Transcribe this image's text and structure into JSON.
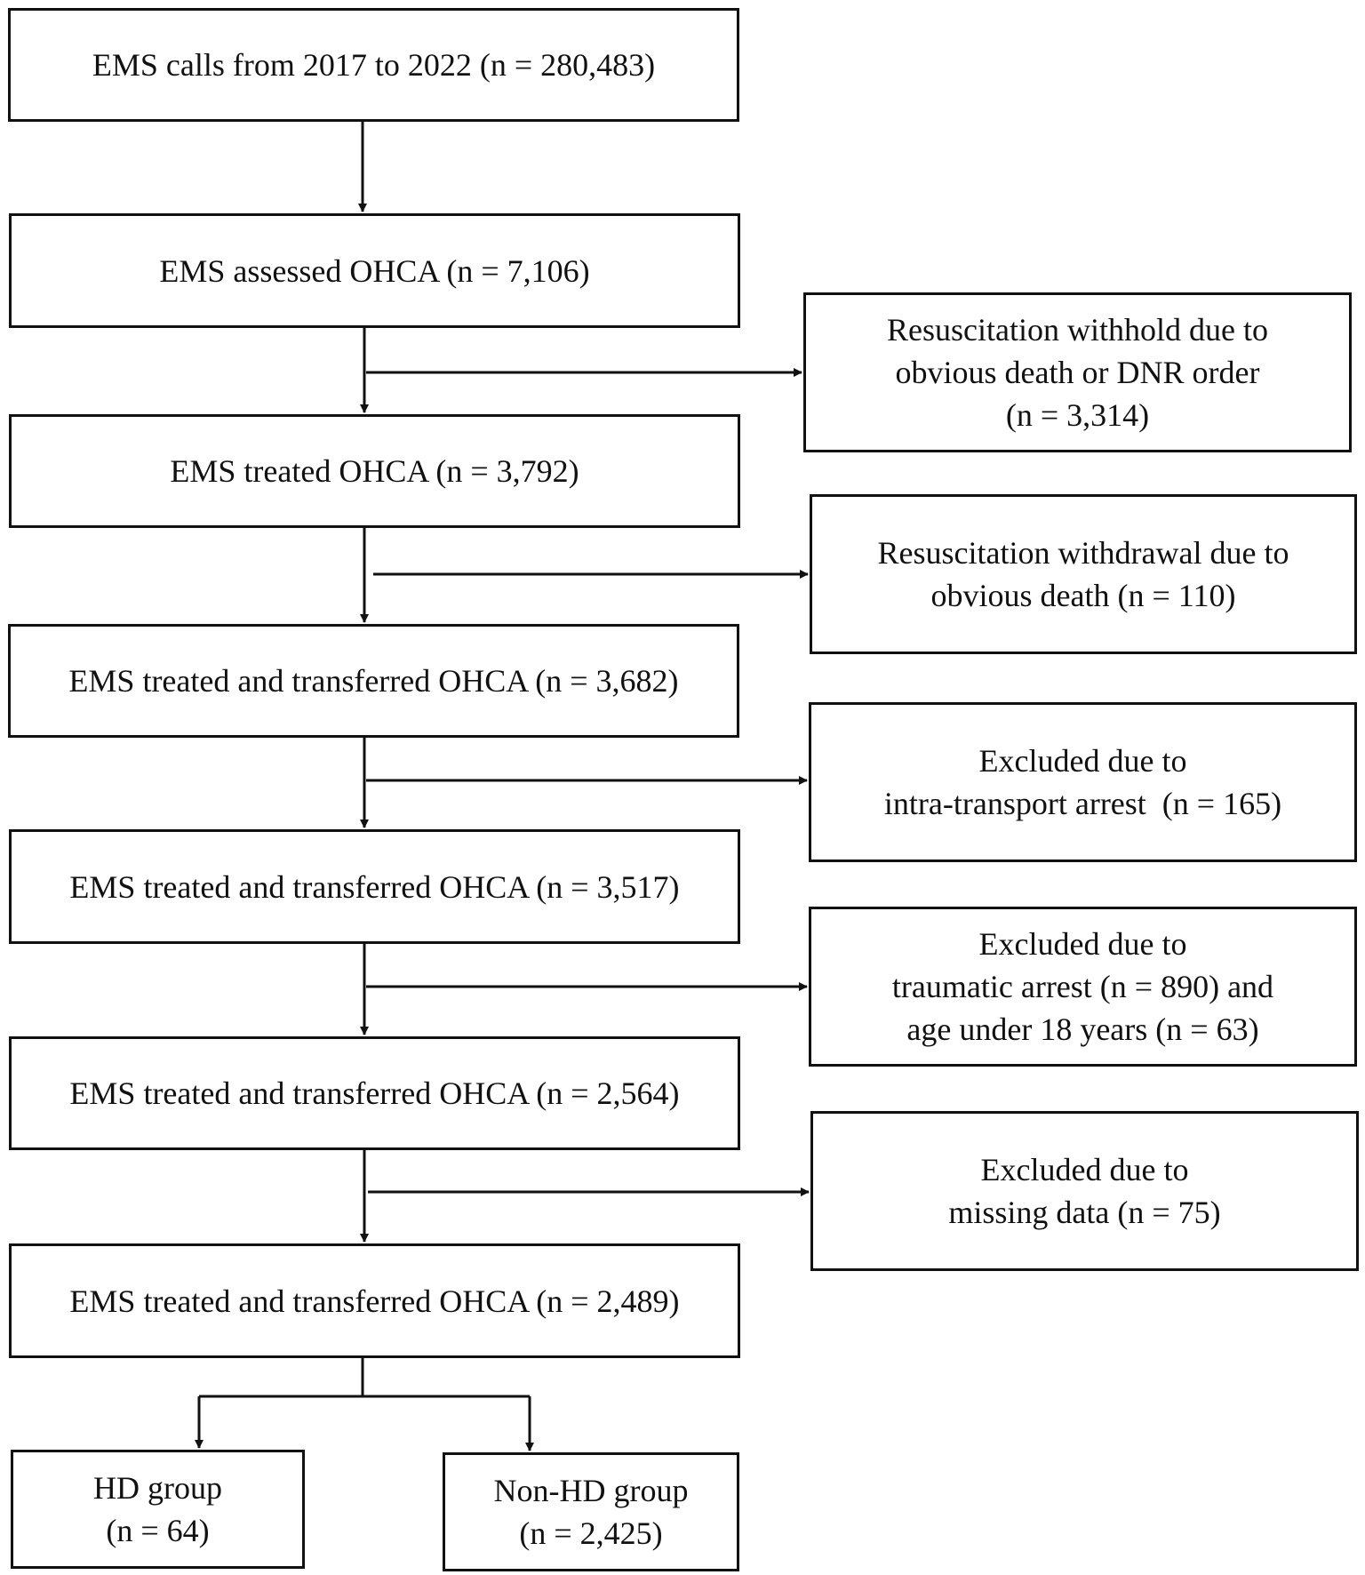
{
  "main_flow": [
    {
      "id": "calls",
      "lines": [
        "EMS calls from 2017 to 2022 (n = 280,483)"
      ]
    },
    {
      "id": "assessed",
      "lines": [
        "EMS assessed OHCA (n = 7,106)"
      ]
    },
    {
      "id": "treated",
      "lines": [
        "EMS treated OHCA (n = 3,792)"
      ]
    },
    {
      "id": "transferred-1",
      "lines": [
        "EMS treated and transferred OHCA (n = 3,682)"
      ]
    },
    {
      "id": "transferred-2",
      "lines": [
        "EMS treated and transferred OHCA (n = 3,517)"
      ]
    },
    {
      "id": "transferred-3",
      "lines": [
        "EMS treated and transferred OHCA (n = 2,564)"
      ]
    },
    {
      "id": "transferred-4",
      "lines": [
        "EMS treated and transferred OHCA (n = 2,489)"
      ]
    }
  ],
  "exclusions": [
    {
      "id": "withhold",
      "lines": [
        "Resuscitation withhold due to",
        "obvious death or DNR order",
        "(n = 3,314)"
      ]
    },
    {
      "id": "withdrawal",
      "lines": [
        "Resuscitation withdrawal due to",
        "obvious death (n = 110)"
      ]
    },
    {
      "id": "intra-transport",
      "lines": [
        "Excluded due to",
        "intra-transport arrest  (n = 165)"
      ]
    },
    {
      "id": "traumatic-age",
      "lines": [
        "Excluded due to",
        "traumatic arrest (n = 890) and",
        "age under 18 years (n = 63)"
      ]
    },
    {
      "id": "missing-data",
      "lines": [
        "Excluded due to",
        "missing data (n = 75)"
      ]
    }
  ],
  "groups": [
    {
      "id": "hd-group",
      "lines": [
        "HD group",
        "(n = 64)"
      ]
    },
    {
      "id": "non-hd-group",
      "lines": [
        "Non-HD group",
        "(n = 2,425)"
      ]
    }
  ],
  "colors": {
    "stroke": "#111111",
    "background": "#ffffff"
  }
}
